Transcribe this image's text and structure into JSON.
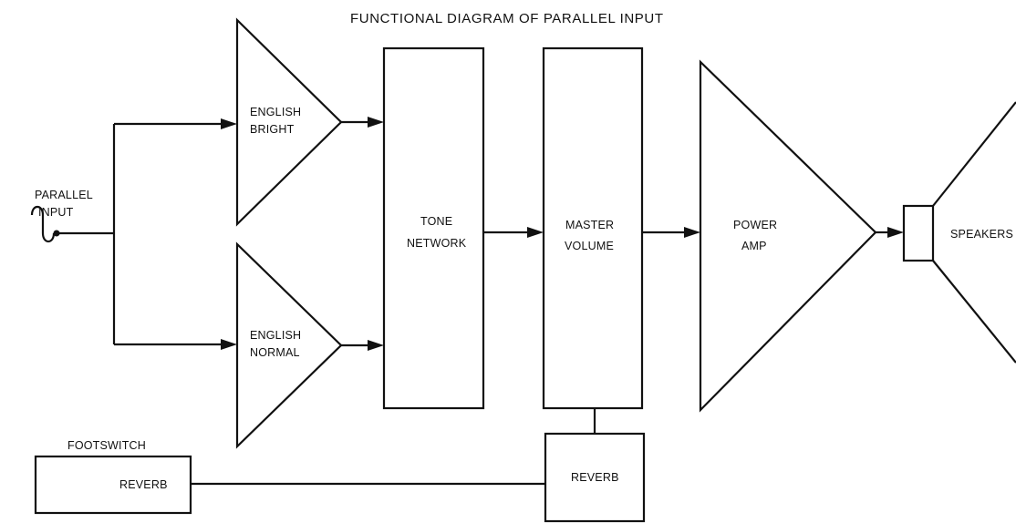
{
  "title": "FUNCTIONAL DIAGRAM OF PARALLEL INPUT",
  "input": {
    "line1": "PARALLEL",
    "line2": "INPUT"
  },
  "english_bright": {
    "line1": "ENGLISH",
    "line2": "BRIGHT"
  },
  "english_normal": {
    "line1": "ENGLISH",
    "line2": "NORMAL"
  },
  "tone_network": {
    "line1": "TONE",
    "line2": "NETWORK"
  },
  "master_volume": {
    "line1": "MASTER",
    "line2": "VOLUME"
  },
  "power_amp": {
    "line1": "POWER",
    "line2": "AMP"
  },
  "speakers": {
    "label": "SPEAKERS"
  },
  "footswitch": {
    "title": "FOOTSWITCH",
    "label": "REVERB"
  },
  "reverb": {
    "label": "REVERB"
  }
}
